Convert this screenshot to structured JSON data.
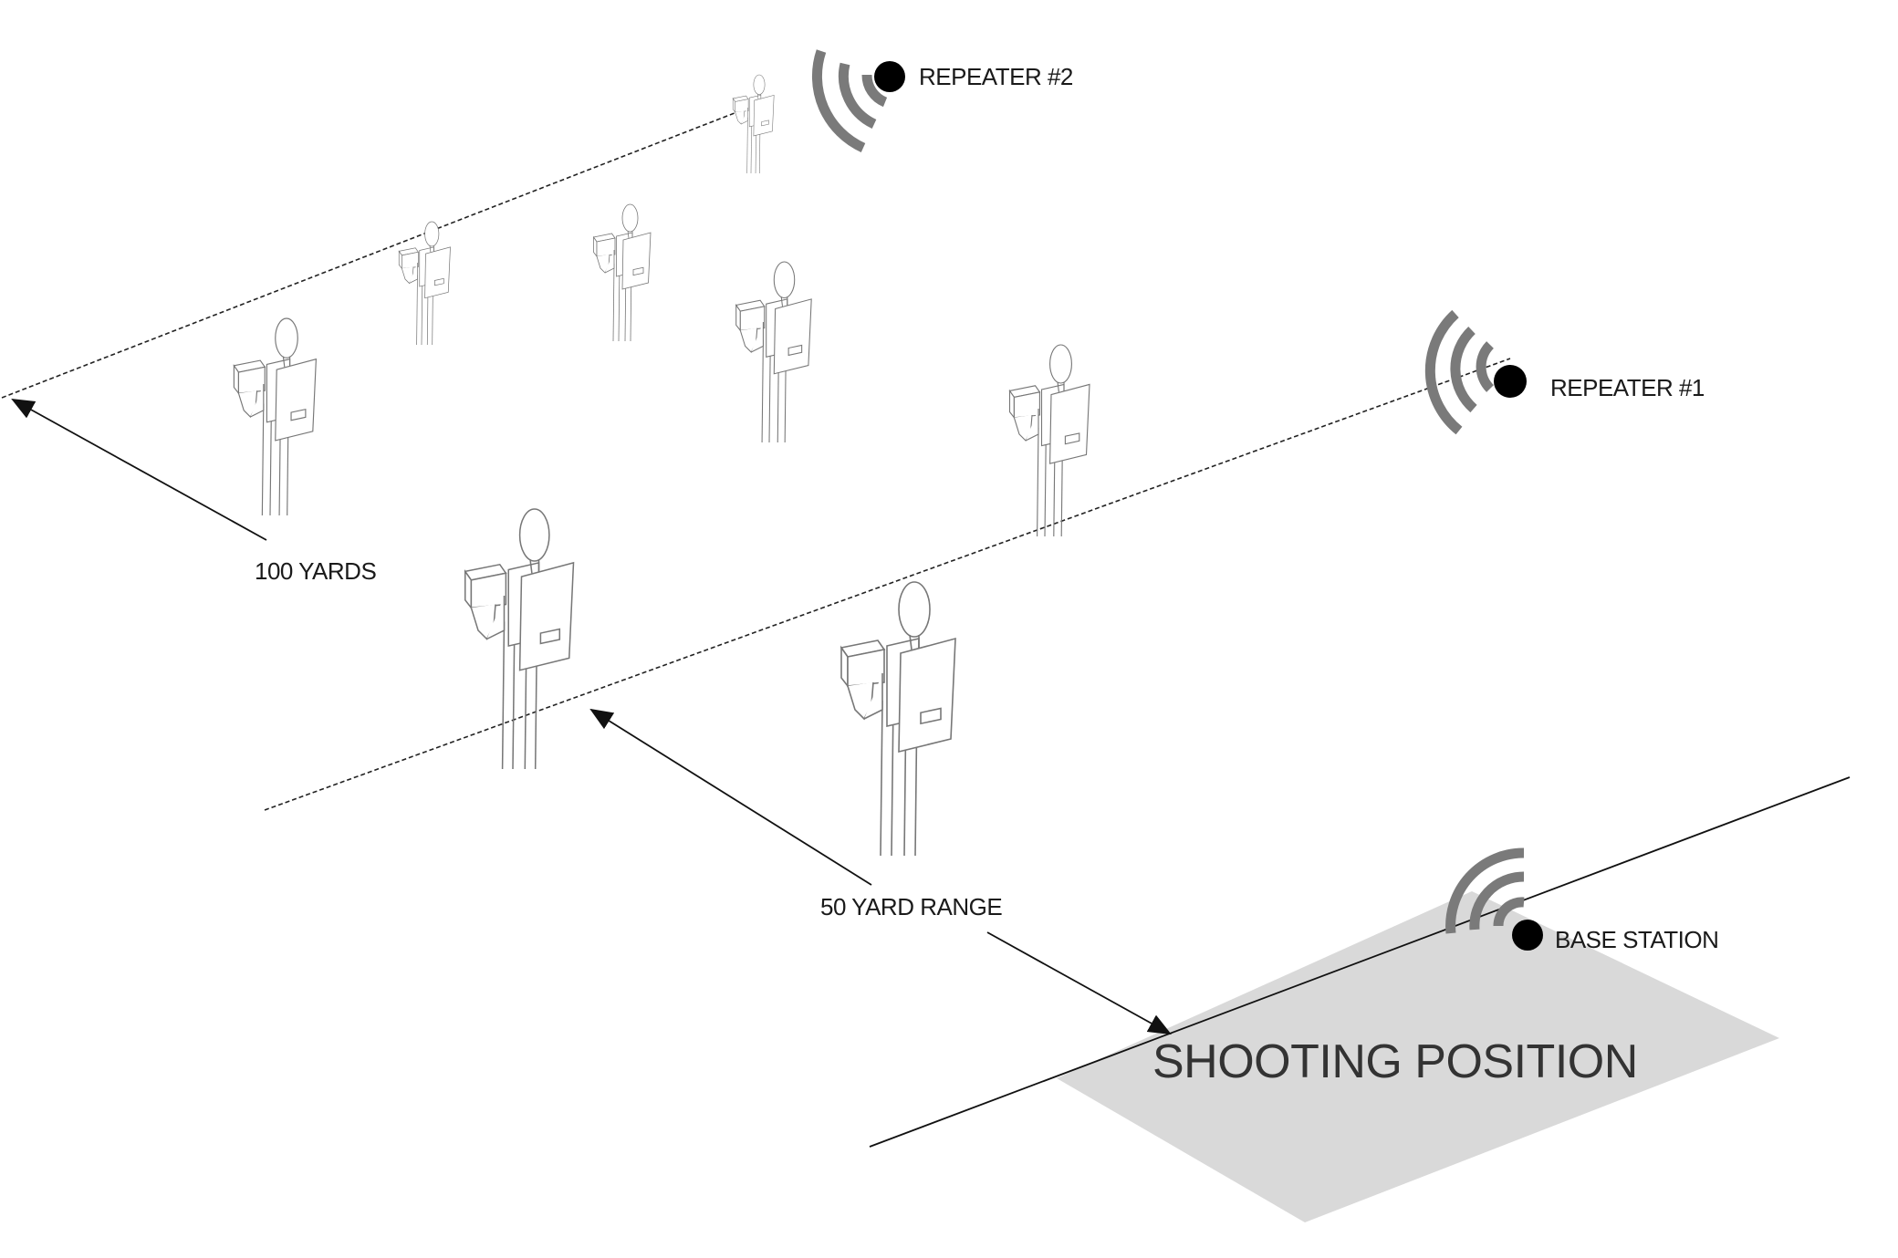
{
  "labels": {
    "repeater2": "REPEATER #2",
    "repeater1": "REPEATER #1",
    "base_station": "BASE STATION",
    "hundred_yards": "100 YARDS",
    "fifty_yard_range": "50 YARD RANGE",
    "shooting_position": "SHOOTING POSITION"
  },
  "colors": {
    "line": "#111111",
    "wifi_arcs": "#7a7a7a",
    "shooting_area": "#d9d9d9",
    "target_outline": "#777777",
    "station_dot": "#000000"
  },
  "icons": {
    "signal": "wifi-signal-icon",
    "station": "station-dot-icon",
    "target": "steel-target-icon"
  }
}
